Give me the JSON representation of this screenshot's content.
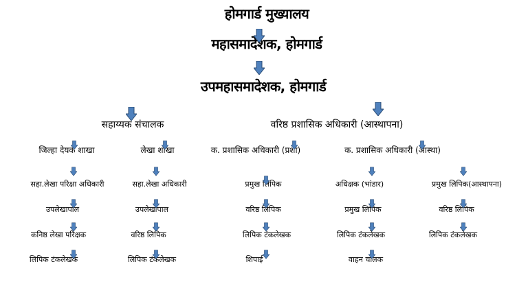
{
  "colors": {
    "arrow_fill": "#4f81bd",
    "arrow_stroke": "#2c4d75"
  },
  "title": "होमगार्ड मुख्यालय",
  "director_general": "महासमादेशक, होमगार्ड",
  "deputy_director_general": "उपमहासमादेशक, होमगार्ड",
  "branches": {
    "assistant_director": {
      "label": "सहाय्यक संचालक",
      "sub": [
        {
          "label": "जिल्हा देयक शाखा",
          "chain": [
            "सहा.लेखा परिक्षा अधिकारी",
            "उपलेखापाल",
            "कनिष्ठ लेखा परिक्षक",
            "लिपिक टंकलेखक"
          ]
        },
        {
          "label": "लेखा शाखा",
          "chain": [
            "सहा.लेखा अधिकारी",
            "उपलेखापाल",
            "वरिष्ठ लिपिक",
            "लिपिक टंकलेखक"
          ]
        }
      ]
    },
    "senior_admin": {
      "label": "वरिष्ठ प्रशासिक अधिकारी (आस्थापना)",
      "sub": [
        {
          "label": "क. प्रशासिक अधिकारी (प्रशा)",
          "chain": [
            "प्रमुख लिपिक",
            "वरिष्ठ लिपिक",
            "लिपिक टंकलेखक",
            "शिपाई"
          ]
        },
        {
          "label": "क. प्रशासिक अधिकारी (आस्था)",
          "chains": [
            [
              "अधिक्षक (भांडार)",
              "प्रमुख लिपिक",
              "लिपिक टंकलेखक",
              "वाहन चालक"
            ],
            [
              "प्रमुख लिपिक(आस्थापना)",
              "वरिष्ठ लिपिक",
              "लिपिक टंकलेखक"
            ]
          ]
        }
      ]
    }
  }
}
